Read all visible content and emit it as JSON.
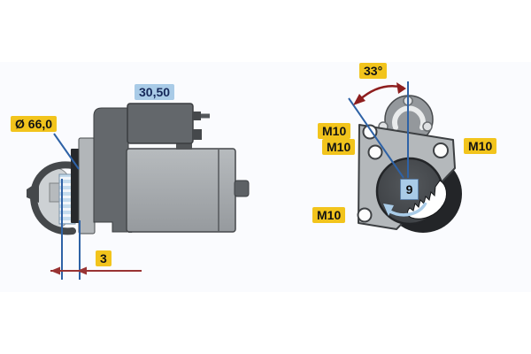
{
  "diagram": {
    "subject": "starter-motor-technical-drawing",
    "colors": {
      "background": "#ffffff",
      "band": "#fafbfe",
      "label_yellow_bg": "#f2c41c",
      "label_blue_bg": "#a9cbe7",
      "label_text_dark": "#131313",
      "label_text_navy": "#16295a",
      "dimension_line_blue": "#2e62a6",
      "dimension_line_red": "#993333",
      "angle_arrow_red": "#8e1e1e",
      "rotation_arrow_blue": "#a9cbe7",
      "metal_light_gray": "#a6aaad",
      "metal_dark_gray": "#63676b",
      "metal_black": "#27292c"
    },
    "side_view": {
      "labels": {
        "solenoid_length": "30,50",
        "flange_diameter": "Ø 66,0",
        "pinion_protrusion": "3"
      }
    },
    "front_view": {
      "labels": {
        "mounting_angle": "33°",
        "bolt_top_left_1": "M10",
        "bolt_top_left_2": "M10",
        "bolt_right": "M10",
        "bolt_bottom_left": "M10",
        "pinion_tooth_count": "9"
      }
    }
  }
}
